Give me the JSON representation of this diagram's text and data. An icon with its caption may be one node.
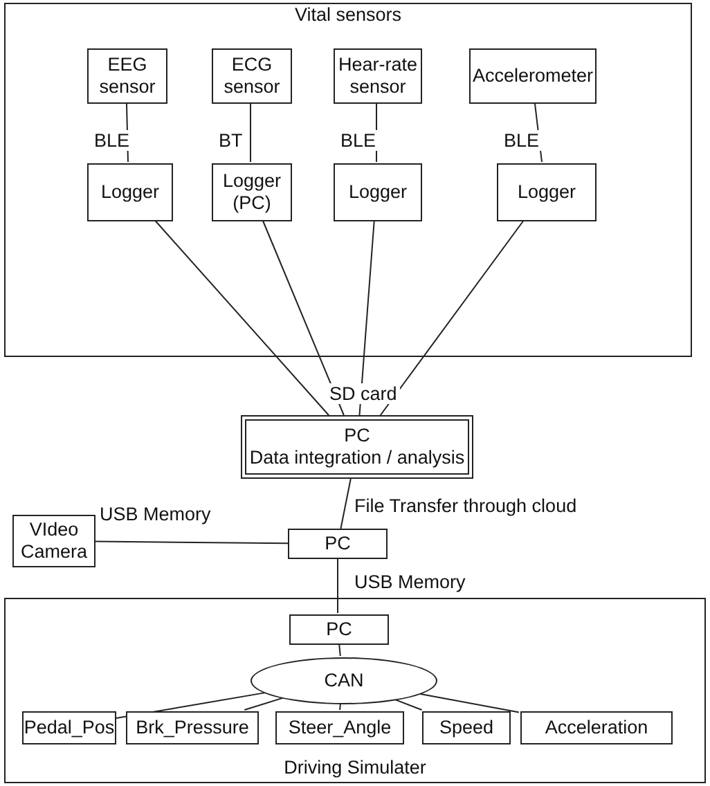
{
  "diagram": {
    "nodes": [
      {
        "text": [
          "Vital sensors"
        ]
      },
      {
        "text": [
          "EEG sensor"
        ],
        "in": 0
      },
      {
        "text": [
          "ECG sensor"
        ],
        "in": 0
      },
      {
        "text": [
          "Hear-rate sensor"
        ],
        "in": 0
      },
      {
        "text": [
          "Accelerometer"
        ],
        "in": 0
      },
      {
        "text": [
          "Logger"
        ],
        "in": 0
      },
      {
        "text": [
          "Logger (PC)"
        ],
        "in": 0
      },
      {
        "text": [
          "Logger"
        ],
        "in": 0
      },
      {
        "text": [
          "Logger"
        ],
        "in": 0
      },
      {
        "text": [
          "PC",
          "Data integration / analysis"
        ]
      },
      {
        "text": [
          "VIdeo Camera"
        ]
      },
      {
        "text": [
          "PC"
        ]
      },
      {
        "text": [
          "Driving Simulater"
        ]
      },
      {
        "text": [
          "PC"
        ],
        "in": 12
      },
      {
        "text": [
          "CAN"
        ],
        "in": 12
      },
      {
        "text": [
          "Pedal_Pos"
        ],
        "in": 12
      },
      {
        "text": [
          "Brk_Pressure"
        ],
        "in": 12
      },
      {
        "text": [
          "Steer_Angle"
        ],
        "in": 12
      },
      {
        "text": [
          "Speed"
        ],
        "in": 12
      },
      {
        "text": [
          "Acceleration"
        ],
        "in": 12
      }
    ],
    "edges": [
      {
        "from": 1,
        "to": 5,
        "arrow": "none",
        "label": "BLE"
      },
      {
        "from": 2,
        "to": 6,
        "arrow": "none",
        "label": "BT"
      },
      {
        "from": 3,
        "to": 7,
        "arrow": "none",
        "label": "BLE"
      },
      {
        "from": 4,
        "to": 8,
        "arrow": "none",
        "label": "BLE"
      },
      {
        "from": 5,
        "to": 9,
        "arrow": "none"
      },
      {
        "from": 6,
        "to": 9,
        "arrow": "none"
      },
      {
        "from": 7,
        "to": 9,
        "arrow": "none"
      },
      {
        "from": 8,
        "to": 9,
        "arrow": "none"
      },
      {
        "from": 9,
        "to": 11,
        "arrow": "none",
        "label": "File Transfer through cloud"
      },
      {
        "from": 10,
        "to": 11,
        "arrow": "none",
        "label": "USB Memory"
      },
      {
        "from": 11,
        "to": 13,
        "arrow": "none",
        "label": "USB Memory"
      },
      {
        "from": 13,
        "to": 14,
        "arrow": "none"
      },
      {
        "from": 14,
        "to": 15,
        "arrow": "none"
      },
      {
        "from": 14,
        "to": 16,
        "arrow": "none"
      },
      {
        "from": 14,
        "to": 17,
        "arrow": "none"
      },
      {
        "from": 14,
        "to": 18,
        "arrow": "none"
      },
      {
        "from": 14,
        "to": 19,
        "arrow": "none"
      }
    ],
    "labels": [
      "SD card"
    ]
  }
}
